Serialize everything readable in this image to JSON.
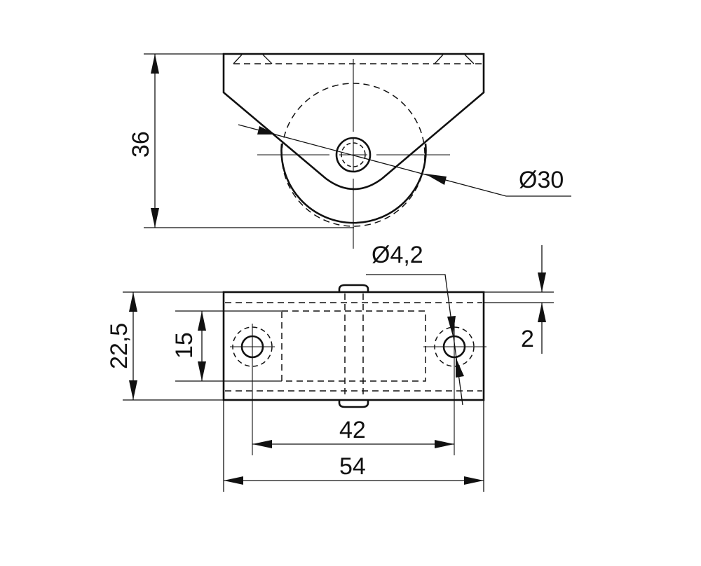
{
  "title": "Fixed castor technical drawing",
  "dimensions": {
    "height_total": "36",
    "wheel_diameter": "Ø30",
    "hole_diameter": "Ø4,2",
    "plate_width": "22,5",
    "inner_width": "15",
    "plate_thickness": "2",
    "hole_spacing": "42",
    "plate_length": "54"
  },
  "colors": {
    "line": "#111111",
    "background": "#ffffff"
  }
}
